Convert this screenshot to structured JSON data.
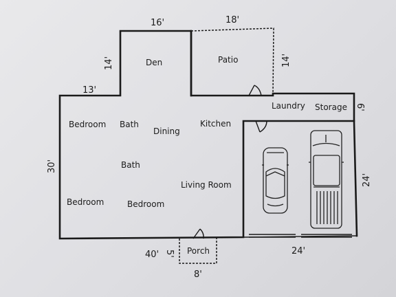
{
  "rooms": {
    "den": "Den",
    "patio": "Patio",
    "laundry": "Laundry",
    "storage": "Storage",
    "bedroom_nw": "Bedroom",
    "bath_1": "Bath",
    "dining": "Dining",
    "kitchen": "Kitchen",
    "bath_2": "Bath",
    "living_room": "Living Room",
    "bedroom_sw": "Bedroom",
    "bedroom_s": "Bedroom",
    "porch": "Porch"
  },
  "dimensions": {
    "den_width": "16'",
    "patio_width": "18'",
    "den_depth": "14'",
    "patio_depth": "14'",
    "wing_width": "13'",
    "house_depth": "30'",
    "storage_depth": "6'",
    "garage_depth": "24'",
    "house_width": "40'",
    "porch_depth": "5'",
    "garage_width": "24'",
    "porch_width": "8'"
  },
  "colors": {
    "paper": "#e2e2e5",
    "line": "#1a1a1a"
  },
  "icons": [
    "door-swing-icon",
    "car-icon",
    "pickup-truck-icon"
  ]
}
